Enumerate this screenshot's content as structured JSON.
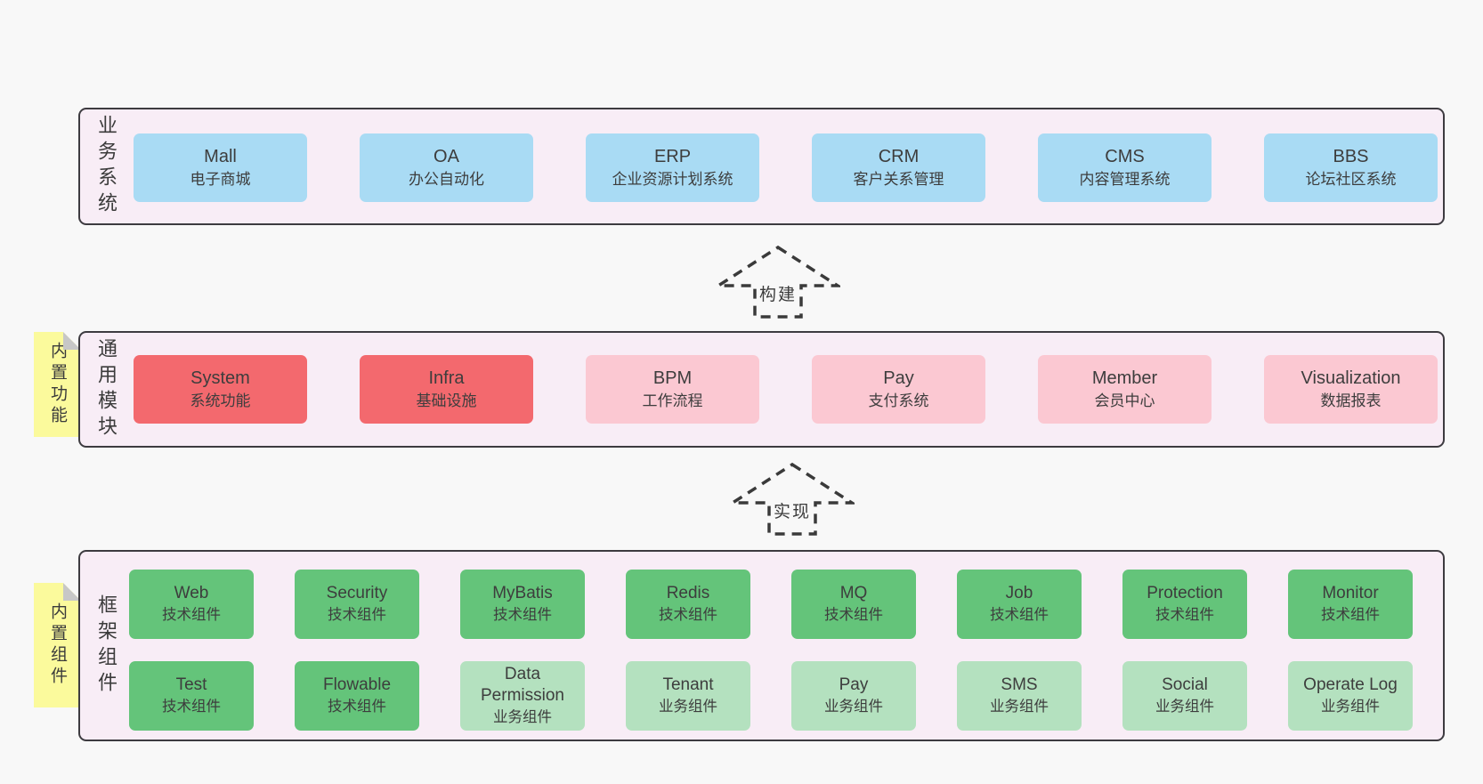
{
  "colors": {
    "pageBg": "#f8f8f8",
    "panelBg": "#f8edf6",
    "panelBorder": "#3d3b40",
    "blue": "#a9dbf4",
    "red": "#f3696e",
    "pink": "#fbc8d2",
    "green": "#64c47a",
    "lightgreen": "#b4e1bf",
    "yellow": "#fbfa9c",
    "fold": "#c7c7c7",
    "text": "#3d3d3d",
    "arrowStroke": "#3a3a3a"
  },
  "arrows": {
    "build": "构建",
    "implement": "实现"
  },
  "panels": {
    "business": {
      "label": "业务系统",
      "items": [
        {
          "en": "Mall",
          "zh": "电子商城"
        },
        {
          "en": "OA",
          "zh": "办公自动化"
        },
        {
          "en": "ERP",
          "zh": "企业资源计划系统"
        },
        {
          "en": "CRM",
          "zh": "客户关系管理"
        },
        {
          "en": "CMS",
          "zh": "内容管理系统"
        },
        {
          "en": "BBS",
          "zh": "论坛社区系统"
        }
      ]
    },
    "modules": {
      "label": "通用模块",
      "note": "内置功能",
      "items": [
        {
          "en": "System",
          "zh": "系统功能",
          "variant": "red"
        },
        {
          "en": "Infra",
          "zh": "基础设施",
          "variant": "red"
        },
        {
          "en": "BPM",
          "zh": "工作流程",
          "variant": "pink"
        },
        {
          "en": "Pay",
          "zh": "支付系统",
          "variant": "pink"
        },
        {
          "en": "Member",
          "zh": "会员中心",
          "variant": "pink"
        },
        {
          "en": "Visualization",
          "zh": "数据报表",
          "variant": "pink"
        }
      ]
    },
    "framework": {
      "label": "框架组件",
      "note": "内置组件",
      "row1": [
        {
          "en": "Web",
          "zh": "技术组件",
          "variant": "green"
        },
        {
          "en": "Security",
          "zh": "技术组件",
          "variant": "green"
        },
        {
          "en": "MyBatis",
          "zh": "技术组件",
          "variant": "green"
        },
        {
          "en": "Redis",
          "zh": "技术组件",
          "variant": "green"
        },
        {
          "en": "MQ",
          "zh": "技术组件",
          "variant": "green"
        },
        {
          "en": "Job",
          "zh": "技术组件",
          "variant": "green"
        },
        {
          "en": "Protection",
          "zh": "技术组件",
          "variant": "green"
        },
        {
          "en": "Monitor",
          "zh": "技术组件",
          "variant": "green"
        }
      ],
      "row2": [
        {
          "en": "Test",
          "zh": "技术组件",
          "variant": "green"
        },
        {
          "en": "Flowable",
          "zh": "技术组件",
          "variant": "green"
        },
        {
          "en": "Data Permission",
          "zh": "业务组件",
          "variant": "lightgreen"
        },
        {
          "en": "Tenant",
          "zh": "业务组件",
          "variant": "lightgreen"
        },
        {
          "en": "Pay",
          "zh": "业务组件",
          "variant": "lightgreen"
        },
        {
          "en": "SMS",
          "zh": "业务组件",
          "variant": "lightgreen"
        },
        {
          "en": "Social",
          "zh": "业务组件",
          "variant": "lightgreen"
        },
        {
          "en": "Operate Log",
          "zh": "业务组件",
          "variant": "lightgreen"
        }
      ]
    }
  }
}
